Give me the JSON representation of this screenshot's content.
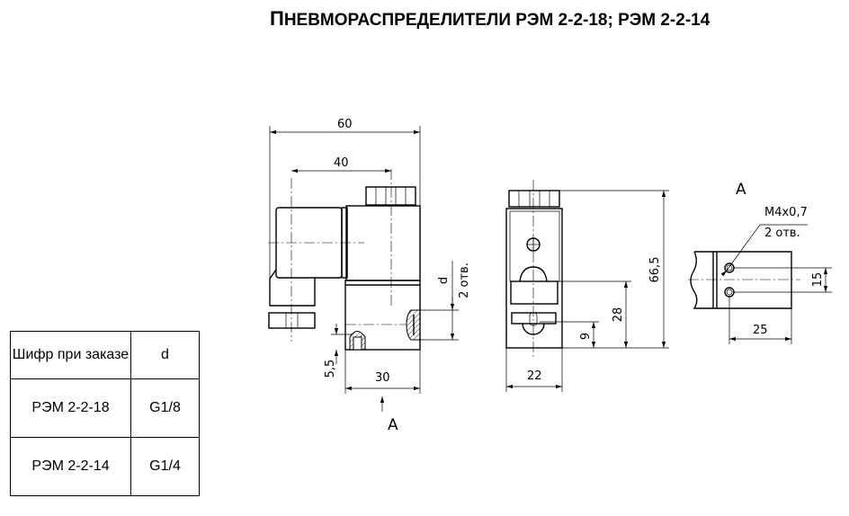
{
  "title": "Пневмораспределители РЭМ 2-2-18; РЭМ 2-2-14",
  "dimensions": {
    "overall_length": "60",
    "coil_offset": "40",
    "port_d": "d",
    "port_count": "2 отв.",
    "port_offset": "5,5",
    "body_length": "30",
    "view_arrow": "А",
    "width": "22",
    "height": "66,5",
    "height_28": "28",
    "height_9": "9",
    "view_label": "А",
    "thread": "M4x0,7",
    "thread_count": "2 отв.",
    "hole_spacing": "15",
    "hole_offset": "25"
  },
  "table": {
    "headers": [
      "Шифр при заказе",
      "d"
    ],
    "rows": [
      [
        "РЭМ 2-2-18",
        "G1/8"
      ],
      [
        "РЭМ 2-2-14",
        "G1/4"
      ]
    ]
  }
}
